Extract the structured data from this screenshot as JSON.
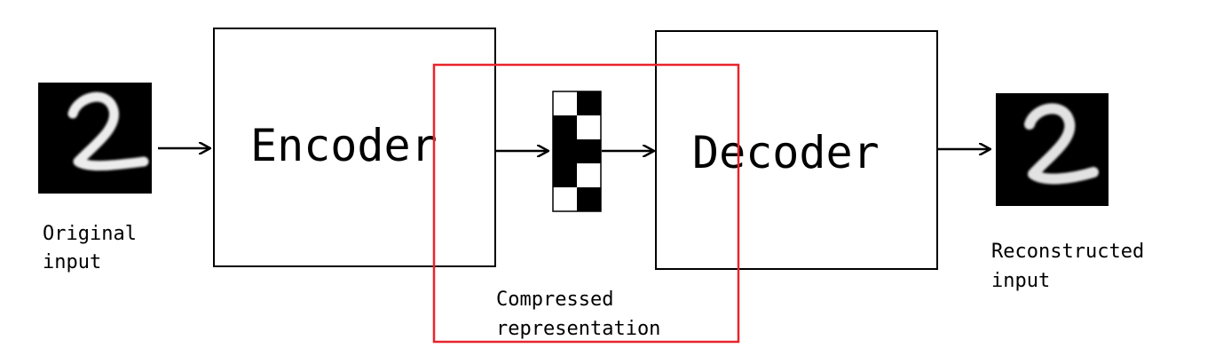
{
  "diagram": {
    "encoder_label": "Encoder",
    "decoder_label": "Decoder",
    "original_input": {
      "line1": "Original",
      "line2": "input"
    },
    "reconstructed_input": {
      "line1": "Reconstructed",
      "line2": "input"
    },
    "compressed_representation": {
      "line1": "Compressed",
      "line2": "representation"
    },
    "code_cells": [
      1,
      0,
      0,
      1,
      0,
      0,
      0,
      1,
      1,
      0
    ],
    "highlight_color": "#e8242c",
    "digit_shown": "2"
  }
}
